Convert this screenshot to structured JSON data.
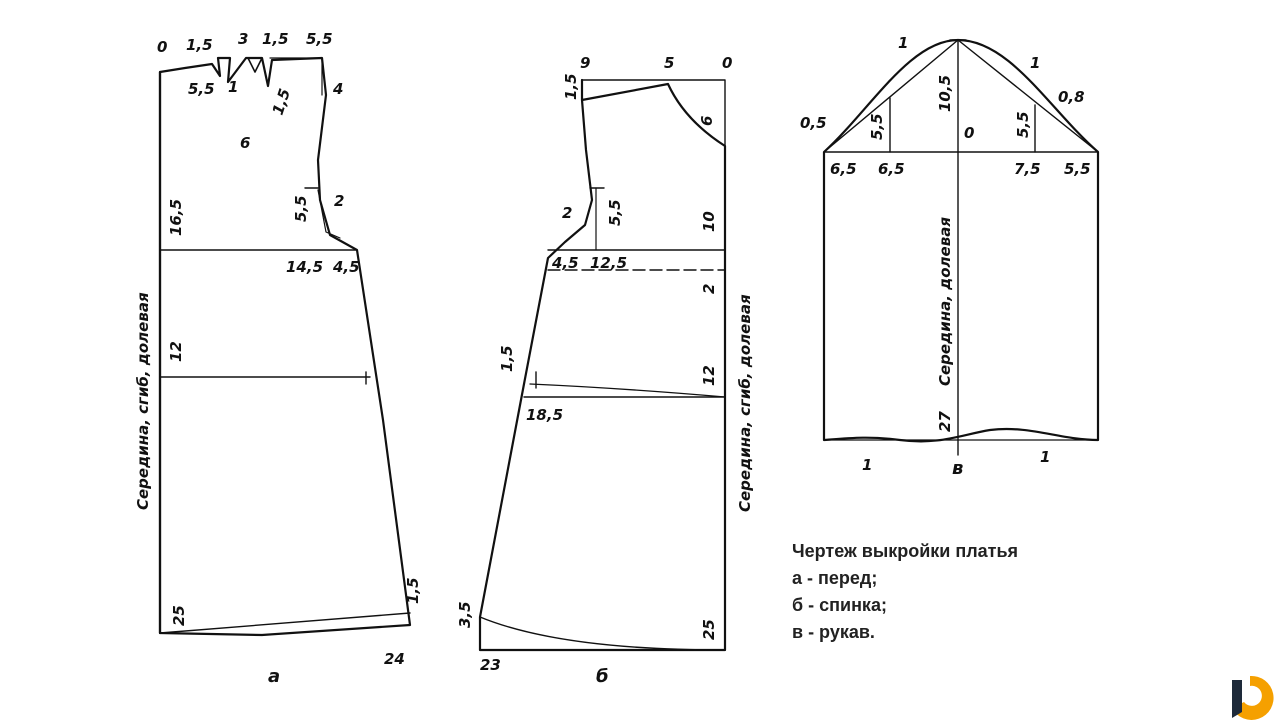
{
  "caption": {
    "title": "Чертеж выкройки платья",
    "lines": [
      "а - перед;",
      "б - спинка;",
      "в - рукав."
    ]
  },
  "front": {
    "letter": "а",
    "top_measures": [
      "0",
      "1,5",
      "3",
      "1,5",
      "5,5"
    ],
    "neck_measures": [
      "5,5",
      "1",
      "6",
      "1,5",
      "4"
    ],
    "armhole_measures": [
      "5,5",
      "2",
      "14,5",
      "4,5"
    ],
    "side_measures": [
      "16,5",
      "12",
      "25",
      "1,5",
      "24"
    ],
    "fold_label": "Середина, сгиб, долевая"
  },
  "back": {
    "letter": "б",
    "top_measures": [
      "9",
      "5",
      "0",
      "1,5",
      "6"
    ],
    "armhole_measures": [
      "2",
      "5,5",
      "10",
      "4,5",
      "12,5",
      "2"
    ],
    "side_measures": [
      "1,5",
      "12",
      "18,5",
      "3,5",
      "25",
      "23"
    ],
    "fold_label": "Середина, сгиб, долевая"
  },
  "sleeve": {
    "letter": "в",
    "cap_measures": [
      "1",
      "1",
      "10,5",
      "0,5",
      "5,5",
      "0",
      "5,5",
      "0,8"
    ],
    "width_measures": [
      "6,5",
      "6,5",
      "7,5",
      "5,5"
    ],
    "length_measures": [
      "27",
      "1",
      "1"
    ],
    "center_label": "Середина, долевая"
  },
  "colors": {
    "ink": "#111111",
    "logo_orange": "#f5a000",
    "logo_dark": "#1e2a3a"
  }
}
